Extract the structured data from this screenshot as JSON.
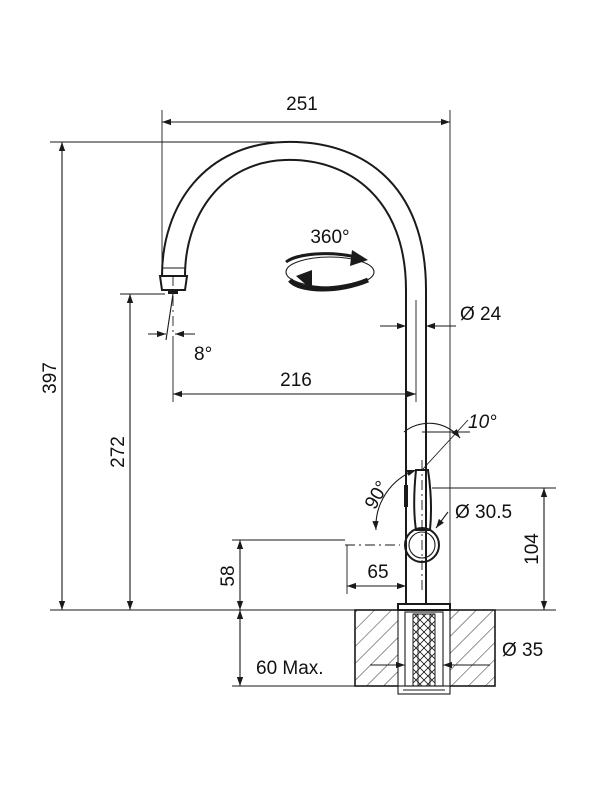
{
  "drawing": {
    "dimensions": {
      "overall_width": "251",
      "overall_height": "397",
      "spout_height": "272",
      "spout_reach": "216",
      "spout_angle": "8°",
      "spout_rotation": "360°",
      "spout_diameter": "Ø 24",
      "lever_angle": "10°",
      "lever_swing": "90°",
      "body_diameter": "Ø 30.5",
      "lever_height": "104",
      "handle_height": "58",
      "handle_offset": "65",
      "base_diameter": "Ø 35",
      "deck_thickness": "60 Max."
    }
  }
}
